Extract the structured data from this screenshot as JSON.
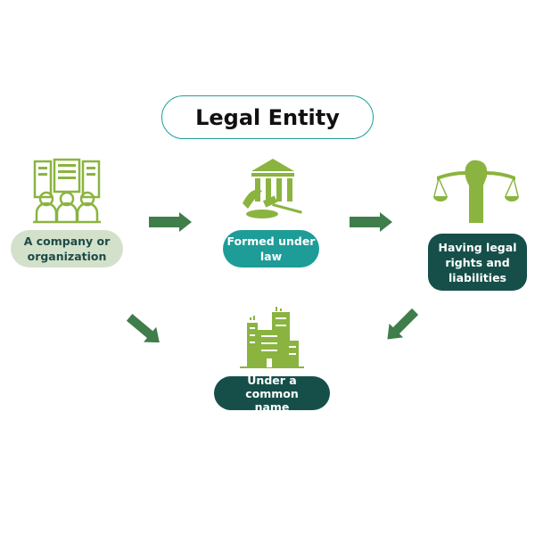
{
  "title": "Legal Entity",
  "nodes": {
    "company": "A company or organization",
    "formed": "Formed under law",
    "rights": "Having legal rights and liabilities",
    "name": "Under a common name"
  },
  "colors": {
    "icon": "#8ab43f",
    "arrow": "#3f7d4b",
    "teal": "#1e9c98",
    "dark": "#164f4a",
    "light": "#d3e1cb"
  }
}
